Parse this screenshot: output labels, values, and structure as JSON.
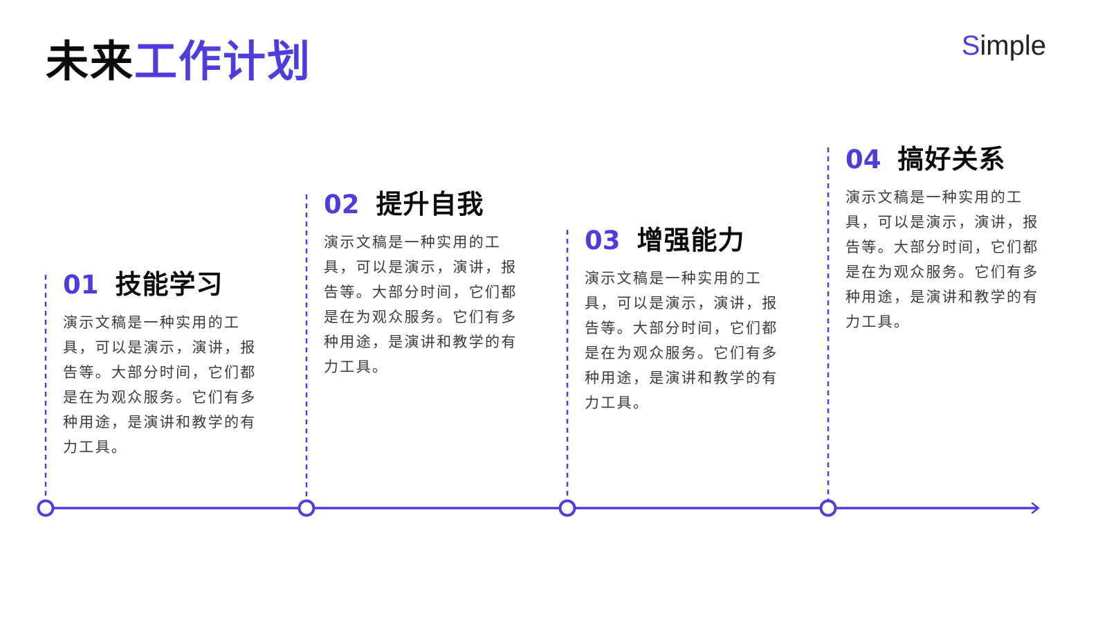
{
  "title": {
    "black": "未来",
    "accent": "工作计划"
  },
  "brand": {
    "first": "S",
    "rest": "imple"
  },
  "colors": {
    "accent": "#4e3ddc",
    "text": "#0b0b0b",
    "body": "#3a3a3a"
  },
  "steps": [
    {
      "number": "01",
      "heading": "技能学习",
      "body": "演示文稿是一种实用的工具，可以是演示，演讲，报告等。大部分时间，它们都是在为观众服务。它们有多种用途，是演讲和教学的有力工具。"
    },
    {
      "number": "02",
      "heading": "提升自我",
      "body": "演示文稿是一种实用的工具，可以是演示，演讲，报告等。大部分时间，它们都是在为观众服务。它们有多种用途，是演讲和教学的有力工具。"
    },
    {
      "number": "03",
      "heading": "增强能力",
      "body": "演示文稿是一种实用的工具，可以是演示，演讲，报告等。大部分时间，它们都是在为观众服务。它们有多种用途，是演讲和教学的有力工具。"
    },
    {
      "number": "04",
      "heading": "搞好关系",
      "body": "演示文稿是一种实用的工具，可以是演示，演讲，报告等。大部分时间，它们都是在为观众服务。它们有多种用途，是演讲和教学的有力工具。"
    }
  ]
}
